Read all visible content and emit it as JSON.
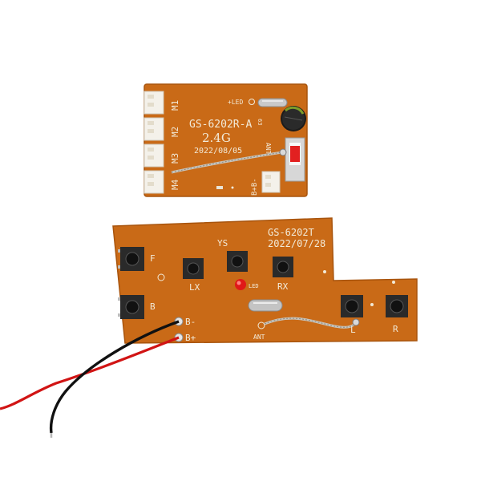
{
  "colors": {
    "board": "#c96a17",
    "board_edge": "#a8540d",
    "silkscreen": "#f2ead8",
    "wire_red": "#d11414",
    "wire_black": "#111111",
    "led": "#e01818"
  },
  "receiver_board": {
    "model": "GS-6202R-A",
    "frequency": "2.4G",
    "date": "2022/08/05",
    "motor_labels": [
      "M1",
      "M2",
      "M3",
      "M4"
    ],
    "led_label": "+LED",
    "antenna_label": "ANT",
    "power_label": "B+B-",
    "capacitor_marking": "63"
  },
  "transmitter_board": {
    "model": "GS-6202T",
    "date": "2022/07/28",
    "button_labels": {
      "forward": "F",
      "back": "B",
      "lx": "LX",
      "ys": "YS",
      "rx": "RX",
      "left": "L",
      "right": "R"
    },
    "led_label": "LED",
    "antenna_label": "ANT",
    "power_minus": "B-",
    "power_plus": "B+"
  }
}
